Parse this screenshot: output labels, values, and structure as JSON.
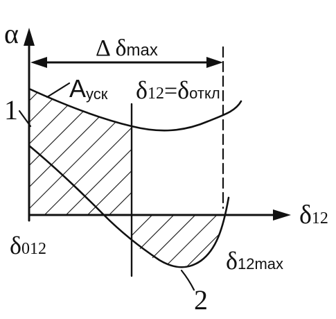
{
  "axes": {
    "y_label": "α",
    "x_label_main": "δ",
    "x_label_sub": "12"
  },
  "labels": {
    "delta_max_symbol": "Δ δ",
    "delta_max_sub": "max",
    "area_main": "A",
    "area_sub": "уск",
    "switch_left_main": "δ",
    "switch_left_sub": "12",
    "switch_eq": "=",
    "switch_right_main": "δ",
    "switch_right_sub": "откл",
    "start_main": "δ",
    "start_sub": "012",
    "end_main": "δ",
    "end_sub": "12max",
    "curve_1": "1",
    "curve_2": "2"
  }
}
